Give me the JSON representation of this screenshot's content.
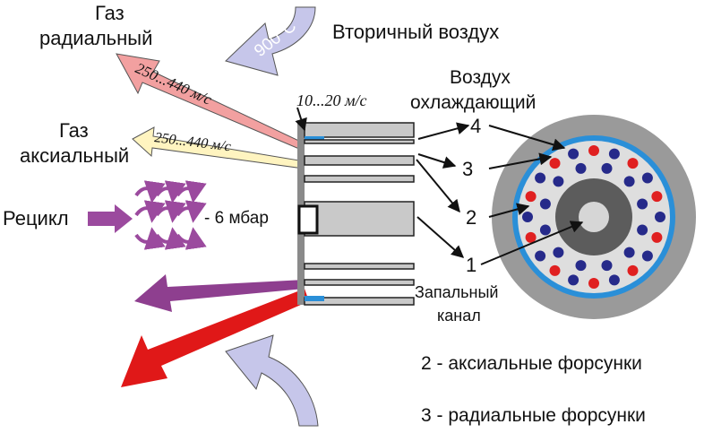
{
  "labels": {
    "gas_radial_line1": "Газ",
    "gas_radial_line2": "радиальный",
    "secondary_air": "Вторичный воздух",
    "temp": "900°C",
    "cooling_air_line1": "Воздух",
    "cooling_air_line2": "охлаждающий",
    "speed_radial": "250...440 м/с",
    "speed_cooling": "10...20 м/с",
    "gas_axial_line1": "Газ",
    "gas_axial_line2": "аксиальный",
    "speed_axial": "250...440 м/с",
    "recycle": "Рецикл",
    "pressure": "- 6 мбар",
    "pilot_line1": "Запальный",
    "pilot_line2": "канал",
    "callouts": [
      "4",
      "3",
      "2",
      "1"
    ],
    "legend_axial": "2 - аксиальные форсунки",
    "legend_radial": "3 - радиальные форсунки"
  },
  "colors": {
    "radial_gas_arrow": "#f2a0a0",
    "axial_gas_arrow": "#fff4c0",
    "secondary_air_arrow": "#c6c6ea",
    "recycle": "#9b4a9e",
    "exhaust_purple": "#8e3f8f",
    "exhaust_red": "#e01818",
    "cooling_blue": "#2a8fd8",
    "nozzle_red": "#e02020",
    "nozzle_navy": "#262a8a"
  }
}
